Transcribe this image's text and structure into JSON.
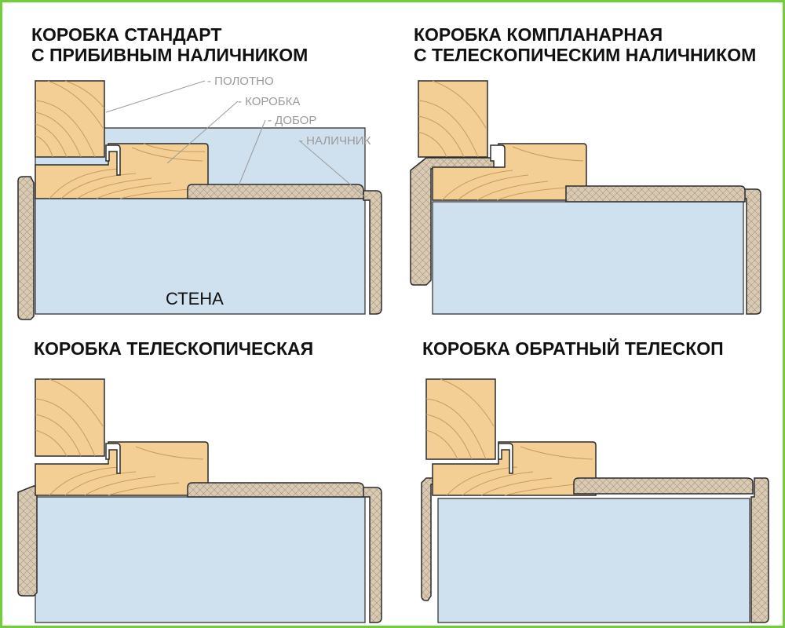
{
  "diagrams": [
    {
      "title_line1": "КОРОБКА СТАНДАРТ",
      "title_line2": "С ПРИБИВНЫМ НАЛИЧНИКОМ",
      "wall_label": "СТЕНА",
      "callouts": [
        "- ПОЛОТНО",
        "- КОРОБКА",
        "- ДОБОР",
        "- НАЛИЧНИК"
      ]
    },
    {
      "title_line1": "КОРОБКА КОМПЛАНАРНАЯ",
      "title_line2": "С ТЕЛЕСКОПИЧЕСКИМ НАЛИЧНИКОМ"
    },
    {
      "title_line1": "КОРОБКА ТЕЛЕСКОПИЧЕСКАЯ"
    },
    {
      "title_line1": "КОРОБКА ОБРАТНЫЙ ТЕЛЕСКОП"
    }
  ],
  "colors": {
    "border": "#6fce3a",
    "wall": "#cfe0ef",
    "wood": "#f4cf95",
    "wood_grain": "#c99a5c",
    "mdf": "#d8cab5",
    "outline": "#2b2b2b",
    "callout": "#9a9a9a"
  }
}
